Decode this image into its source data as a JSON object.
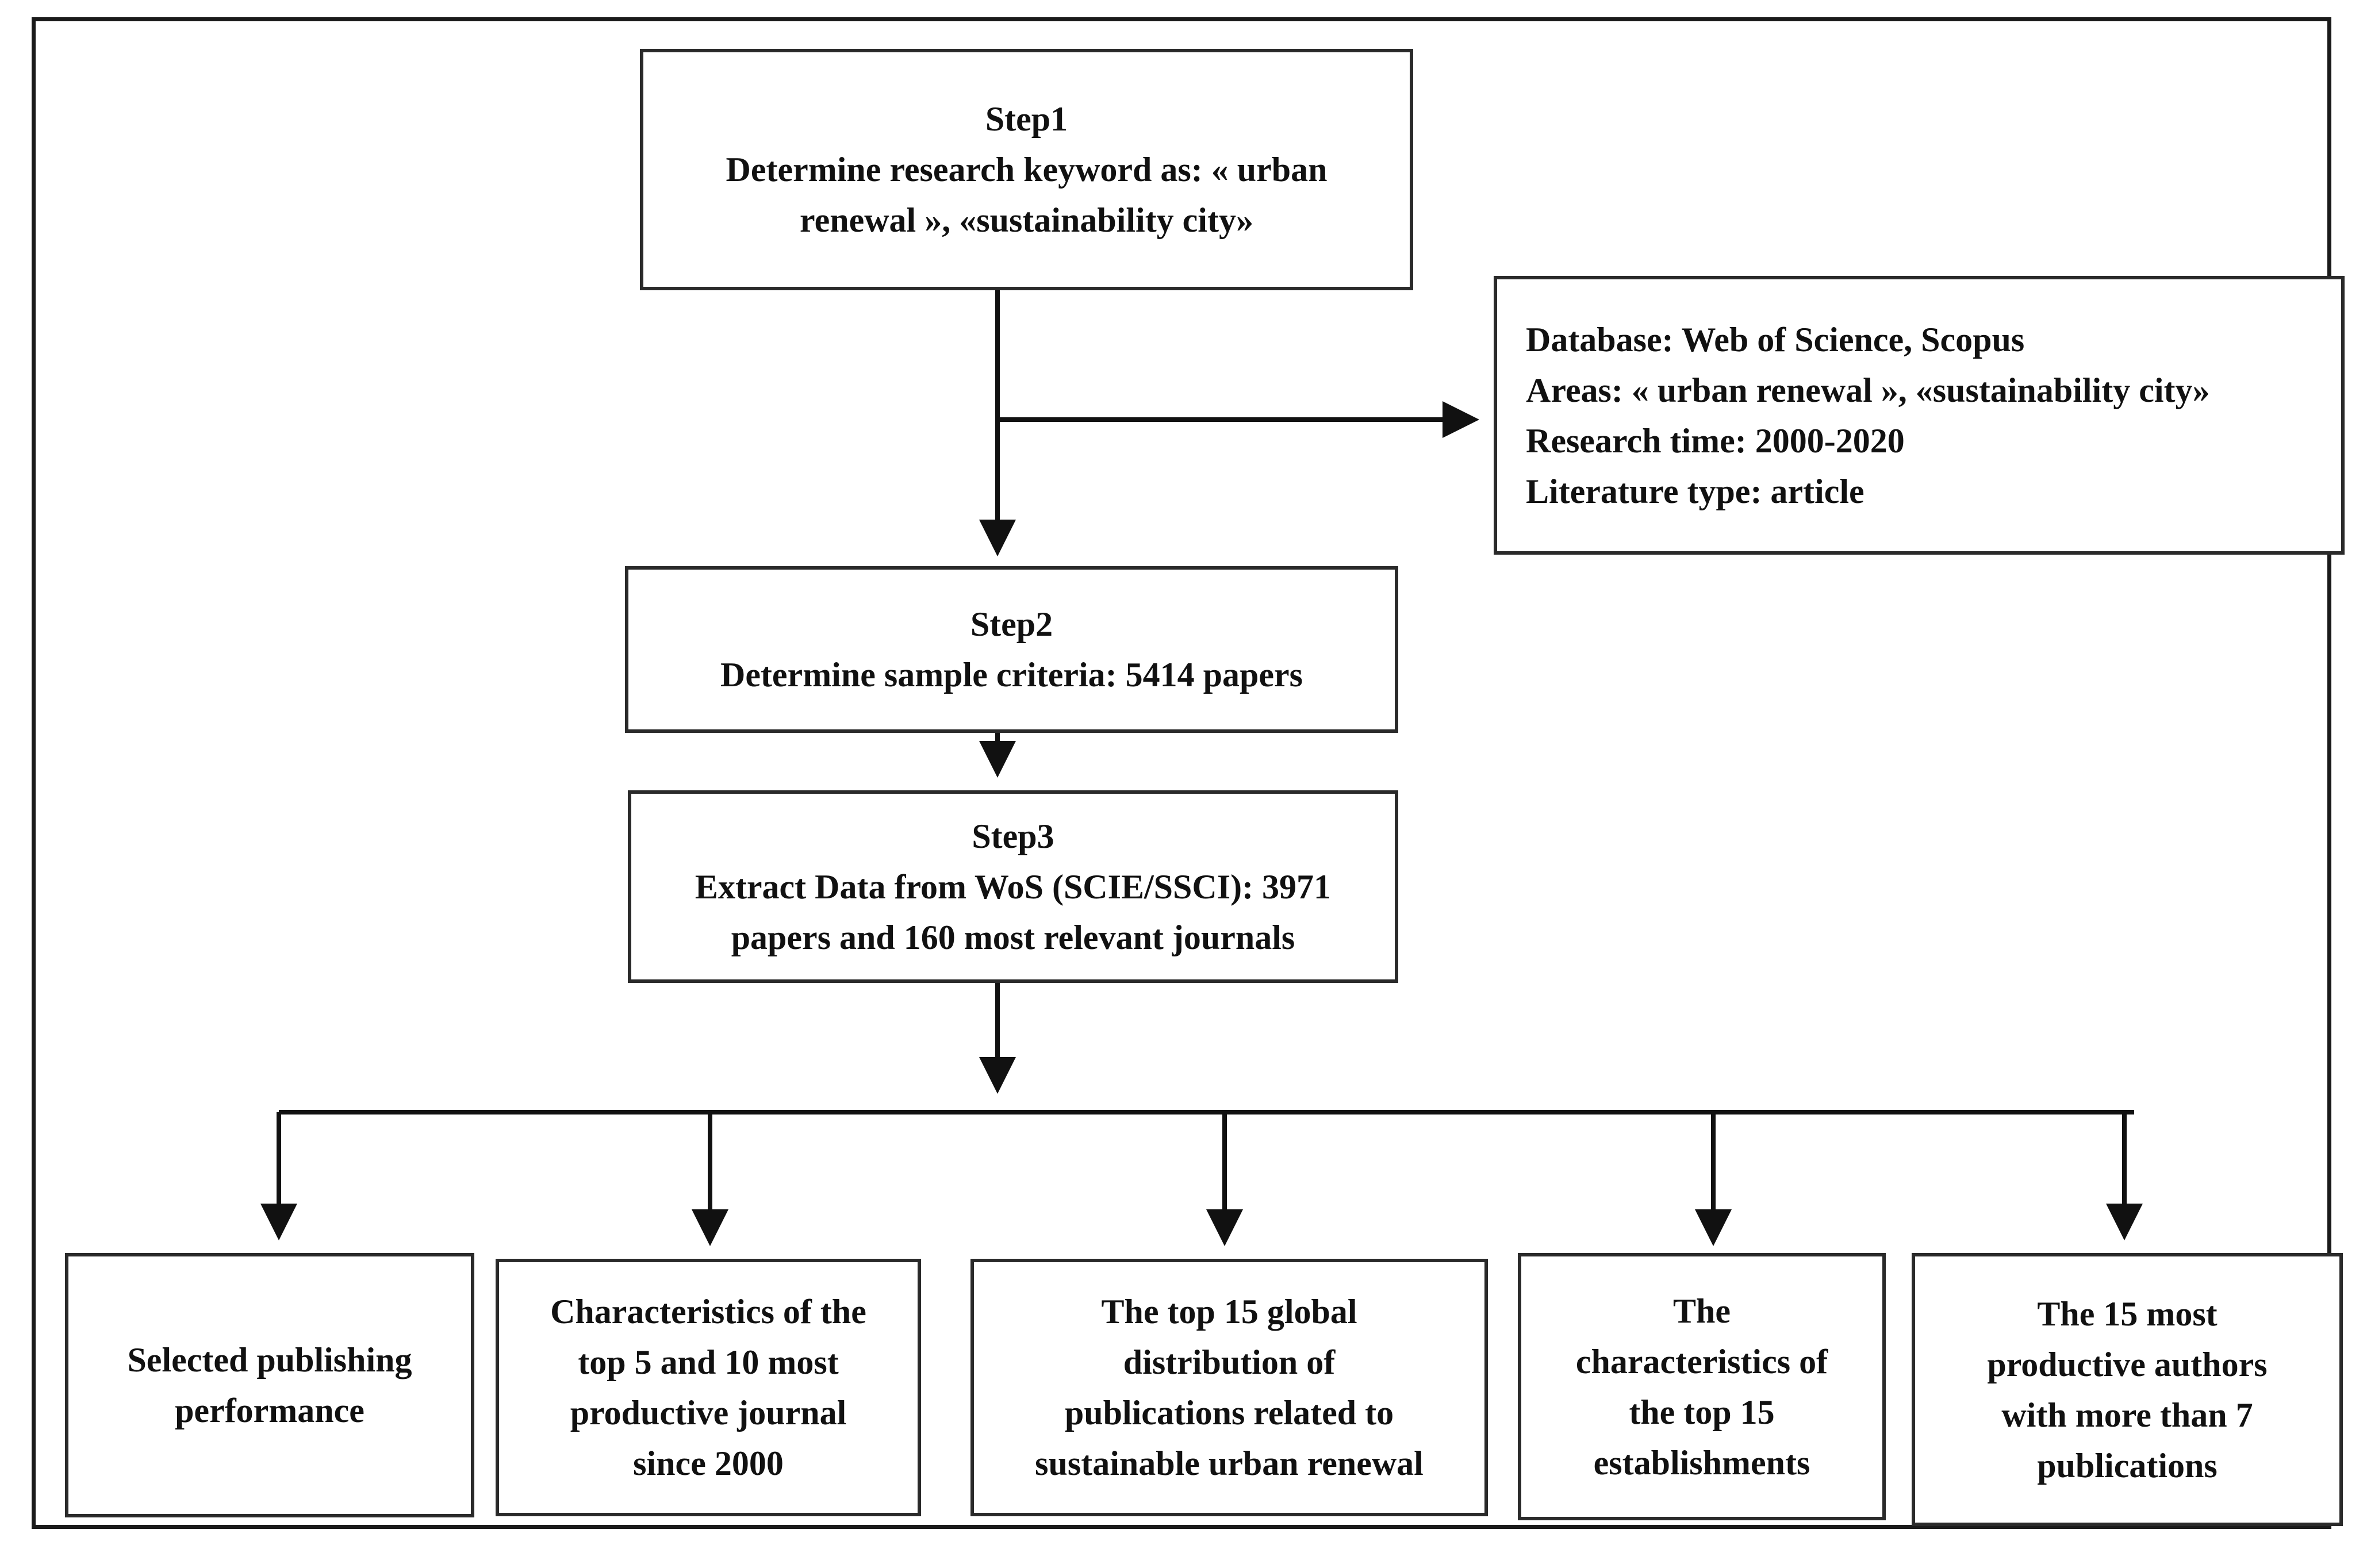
{
  "step1": {
    "title": "Step1",
    "line1": "Determine research keyword as: « urban",
    "line2": "renewal », «sustainability city»"
  },
  "criteria": {
    "line1": "Database: Web of Science, Scopus",
    "line2": "Areas: « urban renewal », «sustainability city»",
    "line3": "Research time: 2000-2020",
    "line4": "Literature type: article"
  },
  "step2": {
    "title": "Step2",
    "line1": "Determine sample criteria: 5414 papers"
  },
  "step3": {
    "title": "Step3",
    "line1": "Extract Data from WoS (SCIE/SSCI): 3971",
    "line2": "papers and 160 most relevant journals"
  },
  "outputs": [
    {
      "lines": [
        "Selected publishing",
        "performance"
      ]
    },
    {
      "lines": [
        "Characteristics of the",
        "top 5 and 10 most",
        "productive journal",
        "since 2000"
      ]
    },
    {
      "lines": [
        "The top 15 global",
        "distribution of",
        "publications related to",
        "sustainable urban renewal"
      ]
    },
    {
      "lines": [
        "The",
        "characteristics of",
        "the top 15",
        "establishments"
      ]
    },
    {
      "lines": [
        "The 15 most",
        "productive authors",
        "with more than 7",
        "publications"
      ]
    }
  ]
}
